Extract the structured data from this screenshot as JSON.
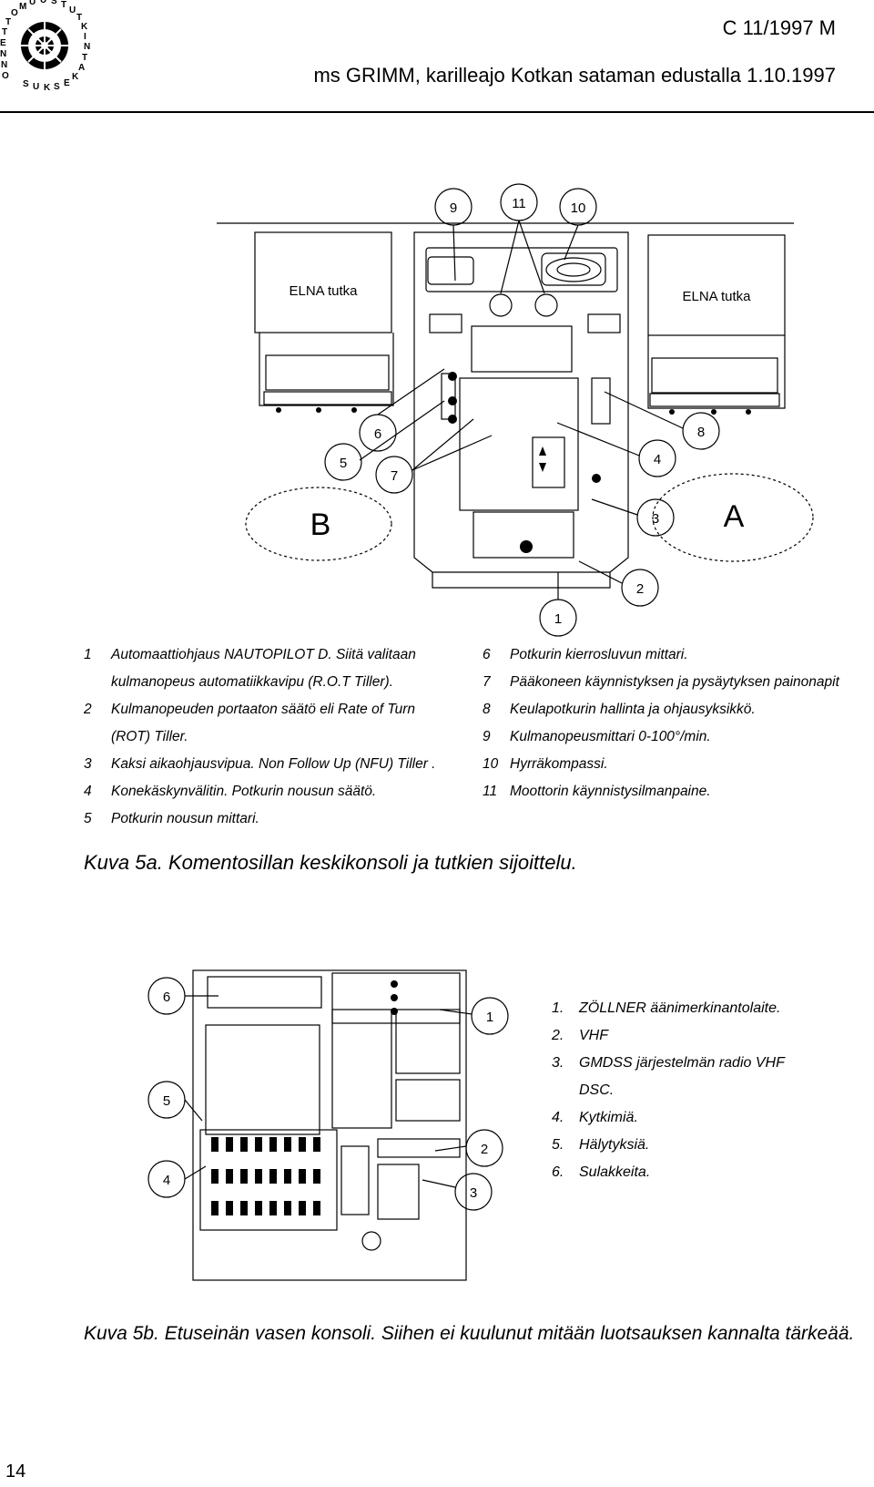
{
  "header": {
    "report_code": "C 11/1997 M",
    "title": "ms GRIMM, karilleajo Kotkan sataman edustalla 1.10.1997",
    "logo_text": "ONNETTOMUUSTUTKINTAKESKUS"
  },
  "figure_a": {
    "radar_left": "ELNA  tutka",
    "radar_right": "ELNA  tutka",
    "zone_b": "B",
    "zone_a": "A",
    "callouts": [
      "1",
      "2",
      "3",
      "4",
      "5",
      "6",
      "7",
      "8",
      "9",
      "10",
      "11"
    ]
  },
  "legend_a": {
    "left": [
      {
        "num": "1",
        "text": "Automaattiohjaus NAUTOPILOT D. Siitä valitaan"
      },
      {
        "num": "",
        "text": "kulmanopeus automatiikkavipu (R.O.T Tiller)."
      },
      {
        "num": "2",
        "text": "Kulmanopeuden portaaton säätö eli Rate of Turn"
      },
      {
        "num": "",
        "text": "(ROT) Tiller."
      },
      {
        "num": "3",
        "text": "Kaksi aikaohjausvipua. Non Follow Up (NFU) Tiller ."
      },
      {
        "num": "4",
        "text": "Konekäskynvälitin. Potkurin nousun säätö."
      },
      {
        "num": "5",
        "text": "Potkurin nousun mittari."
      }
    ],
    "right": [
      {
        "num": "6",
        "text": "Potkurin kierrosluvun mittari."
      },
      {
        "num": "7",
        "text": "Pääkoneen käynnistyksen ja pysäytyksen painonapit"
      },
      {
        "num": "8",
        "text": "Keulapotkurin hallinta ja ohjausyksikkö."
      },
      {
        "num": "9",
        "text": "Kulmanopeusmittari 0-100°/min."
      },
      {
        "num": "10",
        "text": "Hyrräkompassi."
      },
      {
        "num": "11",
        "text": "Moottorin käynnistysilmanpaine."
      }
    ]
  },
  "caption_a": "Kuva 5a.  Komentosillan keskikonsoli ja tutkien sijoittelu.",
  "figure_b": {
    "callouts": [
      "6",
      "5",
      "4",
      "1",
      "2",
      "3"
    ]
  },
  "legend_b": [
    {
      "num": "1.",
      "text": "ZÖLLNER äänimerkinantolaite."
    },
    {
      "num": "2.",
      "text": "VHF"
    },
    {
      "num": "3.",
      "text": "GMDSS järjestelmän radio VHF"
    },
    {
      "num": "",
      "text": "DSC."
    },
    {
      "num": "4.",
      "text": "Kytkimiä."
    },
    {
      "num": "5.",
      "text": "Hälytyksiä."
    },
    {
      "num": "6.",
      "text": "Sulakkeita."
    }
  ],
  "caption_b": "Kuva 5b. Etuseinän vasen konsoli. Siihen ei kuulunut mitään luotsauksen kannalta tärkeää.",
  "page_number": "14"
}
